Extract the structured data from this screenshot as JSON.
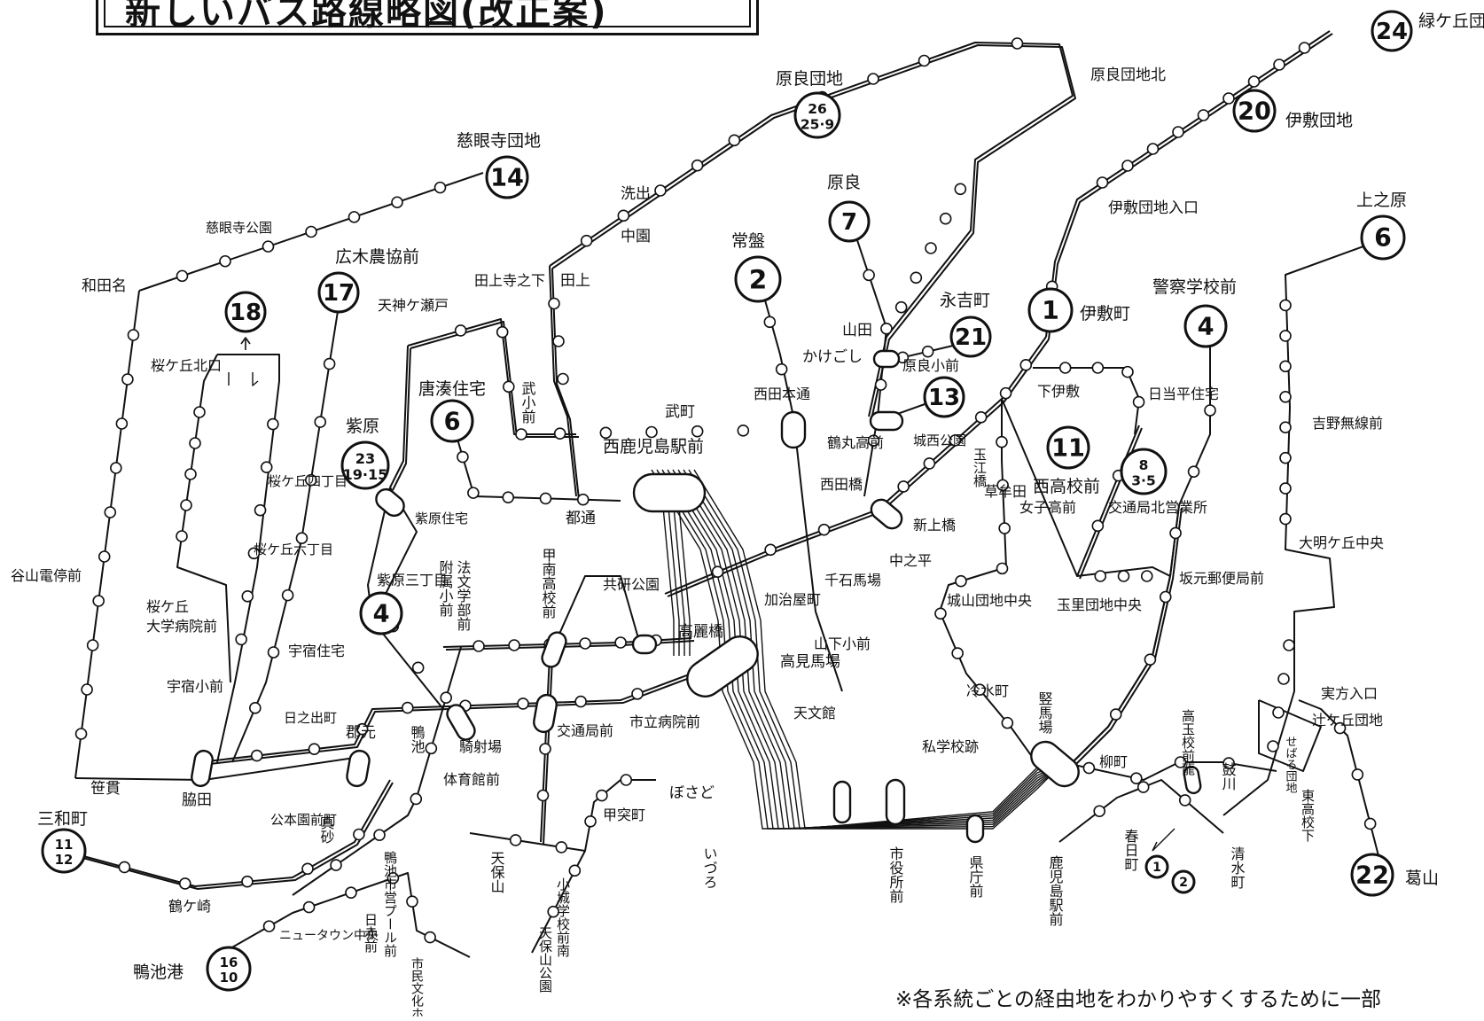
{
  "title": "新しいバス路線略図(改正案)",
  "footnote": "※各系統ごとの経由地をわかりやすくするために一部",
  "terminals": [
    {
      "id": "t24",
      "number": "24",
      "name": "緑ケ丘団地"
    },
    {
      "id": "t20",
      "number": "20",
      "name": "伊敷団地"
    },
    {
      "id": "t26",
      "number": "26 25·9",
      "name": "原良団地"
    },
    {
      "id": "t14",
      "number": "14",
      "name": "慈眼寺団地"
    },
    {
      "id": "t7",
      "number": "7",
      "name": "原良"
    },
    {
      "id": "t2",
      "number": "2",
      "name": "常盤"
    },
    {
      "id": "t17",
      "number": "17",
      "name": "広木農協前"
    },
    {
      "id": "t18",
      "number": "18",
      "name": ""
    },
    {
      "id": "t6w",
      "number": "6",
      "name": "唐湊住宅"
    },
    {
      "id": "t23",
      "number": "23 19·15",
      "name": "紫原"
    },
    {
      "id": "t4w",
      "number": "4",
      "name": ""
    },
    {
      "id": "t1",
      "number": "1",
      "name": "伊敷町"
    },
    {
      "id": "t21",
      "number": "21",
      "name": "永吉町"
    },
    {
      "id": "t13",
      "number": "13",
      "name": ""
    },
    {
      "id": "t11",
      "number": "11",
      "name": "西高校前"
    },
    {
      "id": "t8",
      "number": "8 3·5",
      "name": ""
    },
    {
      "id": "t4e",
      "number": "4",
      "name": "警察学校前"
    },
    {
      "id": "t6e",
      "number": "6",
      "name": "上之原"
    },
    {
      "id": "t22",
      "number": "22",
      "name": "葛山"
    },
    {
      "id": "t11-12",
      "number": "11 12",
      "name": "三和町"
    },
    {
      "id": "t16",
      "number": "16 10",
      "name": "鴨池港"
    },
    {
      "id": "t-s1",
      "number": "1",
      "name": ""
    },
    {
      "id": "t-s2",
      "number": "2",
      "name": ""
    }
  ],
  "labels": {
    "haraDanchiKita": "原良団地北",
    "ishikiDanchiIriguchi": "伊敷団地入口",
    "araide": "洗出",
    "nakazono": "中園",
    "tagami": "田上",
    "jigenjiKoen": "慈眼寺公園",
    "wadana": "和田名",
    "tenjinGaseto": "天神ケ瀬戸",
    "tagamiTeranoshita": "田上寺之下",
    "takeShomae": "武小前",
    "takecho": "武町",
    "nishidaHondori": "西田本通",
    "yamada": "山田",
    "kakegoshi": "かけごし",
    "haraShomae": "原良小前",
    "shimoIshiki": "下伊敷",
    "hiatariHeijutaku": "日当平住宅",
    "sakuragaokaKitaguchi": "桜ケ丘北口",
    "sakuragaoka4": "桜ケ丘四丁目",
    "sakuragaoka6": "桜ケ丘六丁目",
    "sakuragaoka": "桜ケ丘",
    "daigakuByoinmae": "大学病院前",
    "tanizanDenteimae": "谷山電停前",
    "nishiKagoshimaEkimae": "西鹿児島駅前",
    "tsurumaruKomae": "鶴丸高前",
    "nishidabashi": "西田橋",
    "joseiKoen": "城西公園",
    "tamaebashi": "玉江橋",
    "somuta": "草牟田",
    "shinkamibashi": "新上橋",
    "joshiKomae": "女子高前",
    "kotsukyokuKitaEigyosho": "交通局北営業所",
    "murasakibaruJutaku": "紫原住宅",
    "totoori": "都通",
    "nakanohira": "中之平",
    "sengokuBaba": "千石馬場",
    "kajiyacho": "加治屋町",
    "jozanDanchiChuo": "城山団地中央",
    "tamazatoDanchiChuo": "玉里団地中央",
    "sakamotoYubinkyokumae": "坂元郵便局前",
    "yoshinoMusenmae": "吉野無線前",
    "daimyogaokaChuo": "大明ケ丘中央",
    "murasakibara3": "紫原三丁目",
    "fuzokuShomae": "附属小前",
    "hobunGakubumae": "法文学部前",
    "konanKokomae": "甲南高校前",
    "kyokenKoen": "共研公園",
    "koraibashi": "高麗橋",
    "takamiBaba": "高見馬場",
    "yamashitaShomae": "山下小前",
    "reisuicho": "冷水町",
    "jippoIriguchi": "実方入口",
    "tsujigaokaDanchi": "辻ケ丘団地",
    "usukiJutaku": "宇宿住宅",
    "usukiShomae": "宇宿小前",
    "hinodecho": "日之出町",
    "korimoto": "郡元",
    "kamoike": "鴨池",
    "kishaba": "騎射場",
    "kotsukyokumae": "交通局前",
    "shiritsuByoinmae": "市立病院前",
    "tenmonkan": "天文館",
    "shigakkoato": "私学校跡",
    "tatebaba": "竪馬場",
    "yanagimachi": "柳町",
    "koGyokuKoMaeRyu": "高玉校前龍",
    "tsuzumigawa": "鼓川",
    "segashiDanchi": "せばる団地",
    "higashiKokoshita": "東高校下",
    "sasanuki": "笹貫",
    "wakita": "脇田",
    "taiikukanmae": "体育館前",
    "hosado": "ぼさど",
    "kotsukicho": "甲突町",
    "kokoenmaecho": "公本園前町",
    "masago": "真砂",
    "kamoikeShiei": "鴨池市営プール前",
    "tenpozan": "天保山",
    "shojoGakkomaeMinami": "小城学校前南",
    "izuro": "いづろ",
    "shiyakushomae": "市役所前",
    "kenchomae": "県庁前",
    "kagoshimaEkimae": "鹿児島駅前",
    "kasugacho": "春日町",
    "shimizucho": "清水町",
    "tsurugasaki": "鶴ケ崎",
    "newtownChuo": "ニュータウン中央",
    "nisshekimae": "日赤前",
    "shiminBunkaHall": "市民文化ホール前",
    "tenpozanKoen": "天保山公園"
  },
  "colors": {
    "ink": "#111111",
    "paper": "#ffffff"
  }
}
